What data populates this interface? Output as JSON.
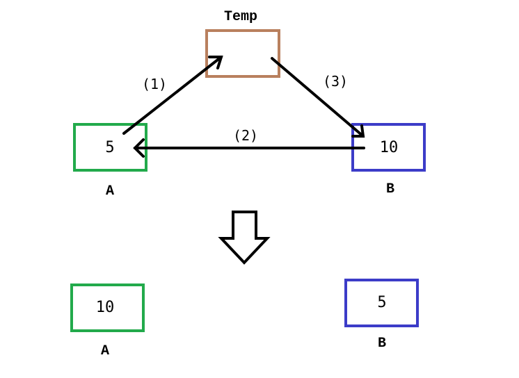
{
  "colors": {
    "a": "#22aa4b",
    "b": "#3c3cc8",
    "temp": "#b9805e",
    "arrow": "#000000"
  },
  "top": {
    "temp_label": "Temp",
    "temp_value": "",
    "a_value": "5",
    "b_value": "10",
    "a_label": "A",
    "b_label": "B",
    "step1": "(1)",
    "step2": "(2)",
    "step3": "(3)"
  },
  "bottom": {
    "a_value": "10",
    "b_value": "5",
    "a_label": "A",
    "b_label": "B"
  },
  "transition_icon": "down-arrow-icon"
}
